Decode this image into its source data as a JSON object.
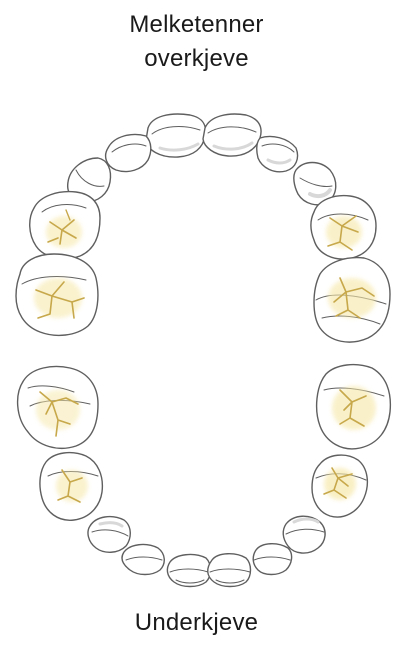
{
  "upper_title_line1": "Melketenner",
  "upper_title_line2": "overkjeve",
  "lower_title": "Underkjeve",
  "colors": {
    "outline": "#5f5f5f",
    "fissure": "#c7a84a",
    "fissure_glow": "#f6e7a6",
    "tooth_fill": "#ffffff",
    "tooth_shade": "#efefef"
  }
}
